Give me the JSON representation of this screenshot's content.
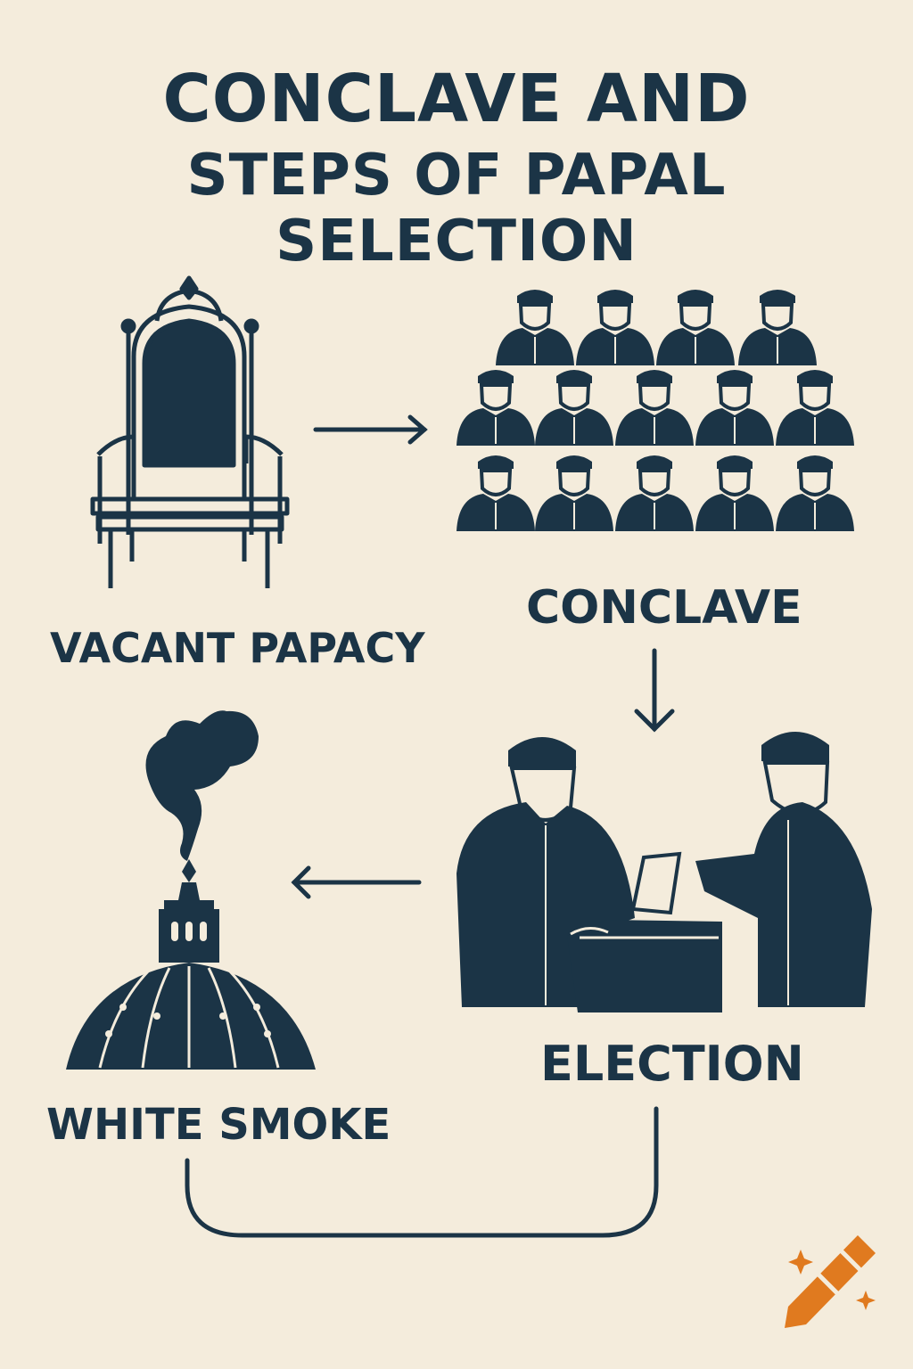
{
  "title": {
    "line1": "CONCLAVE  AND",
    "line2": "STEPS OF PAPAL SELECTION"
  },
  "steps": [
    {
      "label": "VACANT PAPACY",
      "icon": "papal-throne-icon"
    },
    {
      "label": "CONCLAVE",
      "icon": "cardinals-group-icon"
    },
    {
      "label": "ELECTION",
      "icon": "ballot-casting-icon"
    },
    {
      "label": "WHITE SMOKE",
      "icon": "dome-smoke-icon"
    }
  ],
  "colors": {
    "ink": "#1b3446",
    "background": "#f4ecdc",
    "logo": "#e07a1f"
  },
  "logo": "crayon-logo-icon"
}
